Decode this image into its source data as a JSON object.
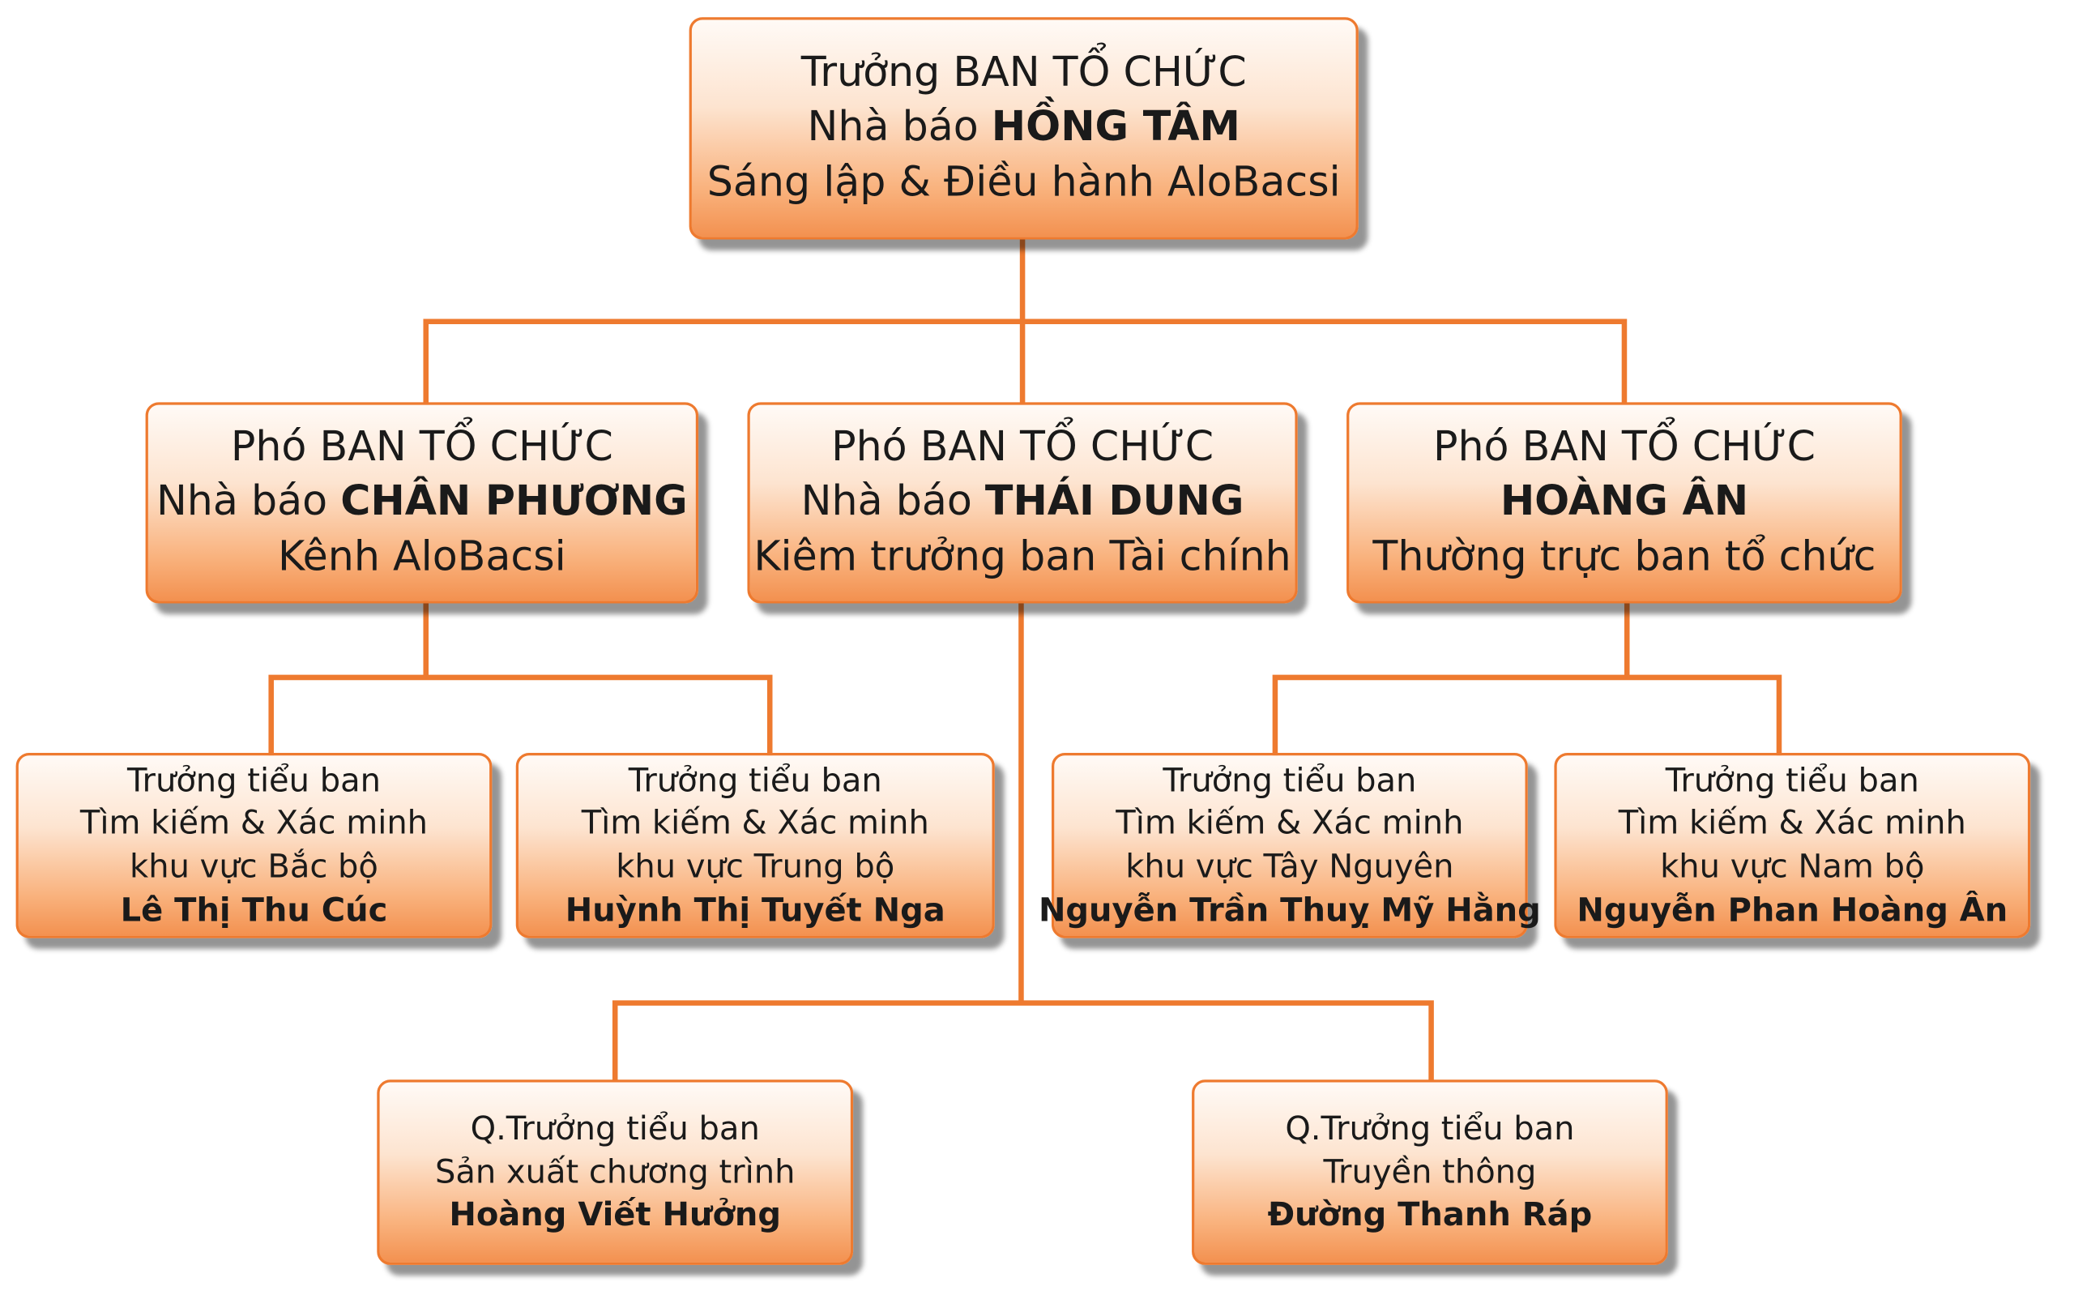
{
  "head": {
    "title": "Trưởng BAN TỔ CHỨC",
    "name_prefix": "Nhà báo ",
    "name": "HỒNG TÂM",
    "role": "Sáng lập & Điều hành AloBacsi"
  },
  "deputies": [
    {
      "title": "Phó BAN TỔ CHỨC",
      "name_prefix": "Nhà báo ",
      "name": "CHÂN PHƯƠNG",
      "role": "Kênh AloBacsi"
    },
    {
      "title": "Phó BAN TỔ CHỨC",
      "name_prefix": "Nhà báo ",
      "name": "THÁI DUNG",
      "role": "Kiêm trưởng ban Tài chính"
    },
    {
      "title": "Phó BAN TỔ CHỨC",
      "name_prefix": "",
      "name": "HOÀNG ÂN",
      "role": "Thường trực ban tổ chức"
    }
  ],
  "subheads": [
    {
      "title": "Trưởng tiểu ban",
      "line2": "Tìm kiếm & Xác minh",
      "line3": "khu vực Bắc bộ",
      "name": "Lê Thị Thu Cúc"
    },
    {
      "title": "Trưởng tiểu ban",
      "line2": "Tìm kiếm & Xác minh",
      "line3": "khu vực Trung bộ",
      "name": "Huỳnh Thị Tuyết Nga"
    },
    {
      "title": "Trưởng tiểu ban",
      "line2": "Tìm kiếm & Xác minh",
      "line3": "khu vực Tây Nguyên",
      "name": "Nguyễn Trần Thuỵ Mỹ Hằng"
    },
    {
      "title": "Trưởng tiểu ban",
      "line2": "Tìm kiếm & Xác minh",
      "line3": "khu vực Nam bộ",
      "name": "Nguyễn Phan Hoàng Ân"
    }
  ],
  "acting": [
    {
      "title": "Q.Trưởng tiểu ban",
      "line2": "Sản xuất chương trình",
      "name": "Hoàng Viết Hưởng"
    },
    {
      "title": "Q.Trưởng tiểu ban",
      "line2": "Truyền thông",
      "name": "Đường Thanh Ráp"
    }
  ],
  "colors": {
    "connector": "#ee7a2f",
    "box_border": "#ee7a2f"
  }
}
